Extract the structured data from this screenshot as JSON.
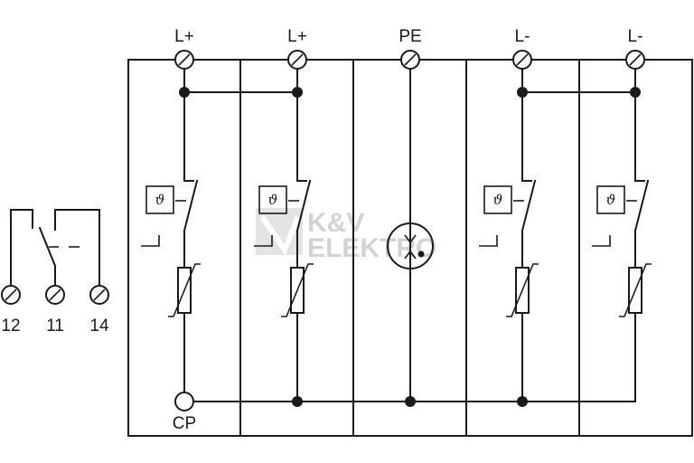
{
  "terminals_top": [
    "L+",
    "L+",
    "PE",
    "L-",
    "L-"
  ],
  "terminal_bottom": "CP",
  "contact_terminals": [
    "12",
    "11",
    "14"
  ],
  "thermal_symbol": "ϑ",
  "watermark": {
    "line1": "K&V",
    "line2": "ELEKTRO"
  }
}
